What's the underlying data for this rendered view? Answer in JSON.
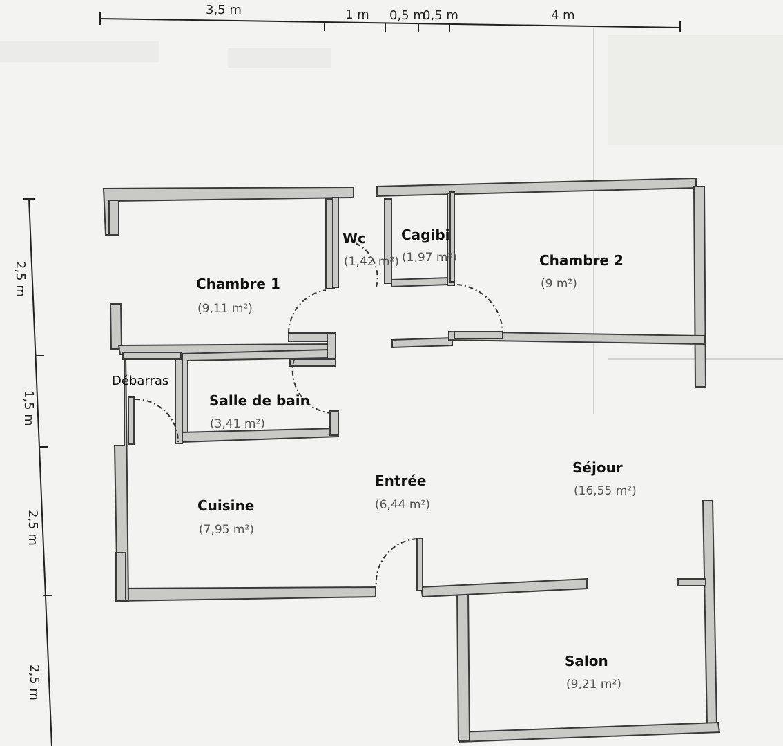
{
  "dimensions": {
    "top": [
      "3,5 m",
      "1 m",
      "0,5 m",
      "0,5 m",
      "4 m"
    ],
    "left": [
      "2,5 m",
      "1,5 m",
      "2,5 m",
      "2,5 m"
    ]
  },
  "rooms": [
    {
      "name": "Chambre 1",
      "area": "(9,11 m²)"
    },
    {
      "name": "Wc",
      "area": "(1,42 m²)"
    },
    {
      "name": "Cagibi",
      "area": "(1,97 m²)"
    },
    {
      "name": "Chambre 2",
      "area": "(9 m²)"
    },
    {
      "name": "Débarras",
      "area": ""
    },
    {
      "name": "Salle de bain",
      "area": "(3,41 m²)"
    },
    {
      "name": "Entrée",
      "area": "(6,44 m²)"
    },
    {
      "name": "Séjour",
      "area": "(16,55 m²)"
    },
    {
      "name": "Cuisine",
      "area": "(7,95 m²)"
    },
    {
      "name": "Salon",
      "area": "(9,21 m²)"
    }
  ],
  "colors": {
    "wall_fill": "#c9c9c6",
    "wall_stroke": "#3a3a3a",
    "paper": "#f3f3f1"
  }
}
